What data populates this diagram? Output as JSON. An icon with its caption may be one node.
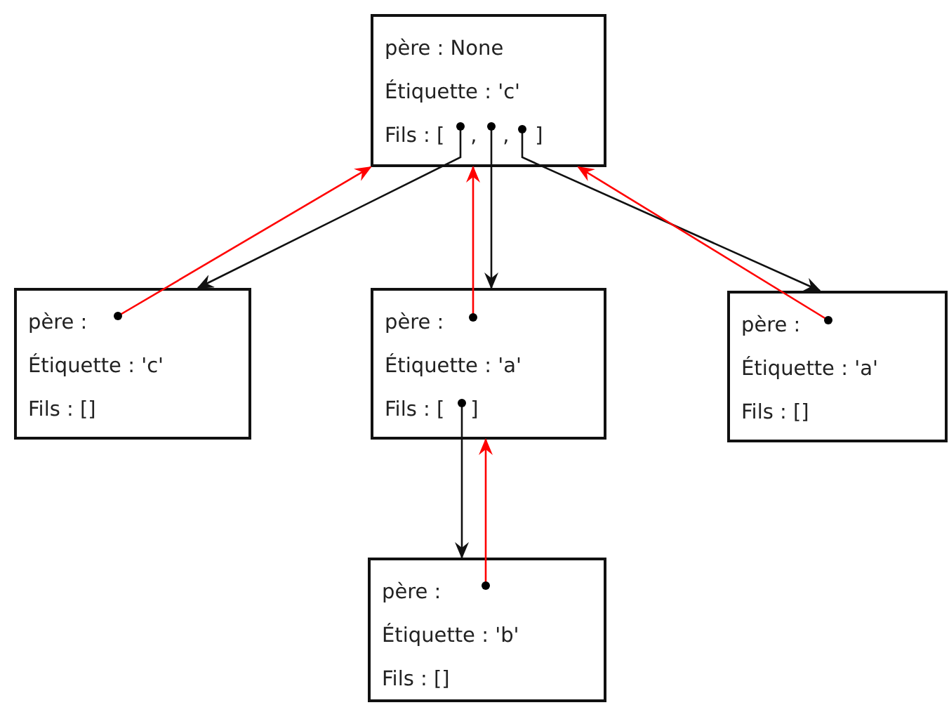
{
  "diagram": {
    "nodes": [
      {
        "text": [
          "père : None",
          "Étiquette : 'c'",
          "Fils : [    ,    ,    ]"
        ]
      },
      {
        "text": [
          "père :",
          "Étiquette : 'c'",
          "Fils : []"
        ]
      },
      {
        "text": [
          "père :",
          "Étiquette : 'a'",
          "Fils : [    ]"
        ]
      },
      {
        "text": [
          "père :",
          "Étiquette : 'a'",
          "Fils : []"
        ]
      },
      {
        "text": [
          "père :",
          "Étiquette : 'b'",
          "Fils : []"
        ]
      }
    ],
    "edges": [
      {
        "from": 0,
        "to": 1,
        "arrow": "to"
      },
      {
        "from": 0,
        "to": 2,
        "arrow": "to"
      },
      {
        "from": 0,
        "to": 3,
        "arrow": "to"
      },
      {
        "from": 2,
        "to": 4,
        "arrow": "to"
      },
      {
        "from": 1,
        "to": 0,
        "arrow": "to",
        "color": "#ff0000"
      },
      {
        "from": 2,
        "to": 0,
        "arrow": "to",
        "color": "#ff0000"
      },
      {
        "from": 3,
        "to": 0,
        "arrow": "to",
        "color": "#ff0000"
      },
      {
        "from": 4,
        "to": 2,
        "arrow": "to",
        "color": "#ff0000"
      }
    ]
  }
}
